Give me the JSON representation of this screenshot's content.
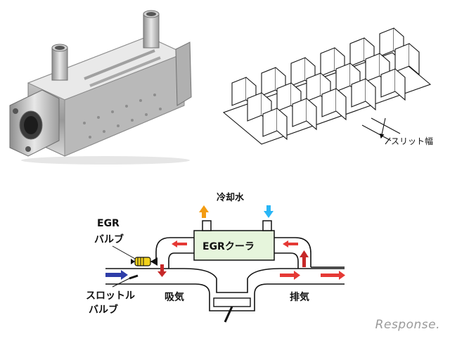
{
  "labels": {
    "slit_width": "スリット幅",
    "coolant": "冷却水",
    "egr_valve_line1": "EGR",
    "egr_valve_line2": "バルブ",
    "egr_cooler": "EGRクーラ",
    "throttle_valve_line1": "スロットル",
    "throttle_valve_line2": "バルブ",
    "intake": "吸気",
    "exhaust": "排気"
  },
  "watermark": "Response.",
  "colors": {
    "coolant_out_arrow": "#f39c12",
    "coolant_in_arrow": "#29b6f6",
    "hot_gas_arrow": "#e53935",
    "dark_red_arrow": "#c62828",
    "intake_arrow": "#2e3da8",
    "cooler_fill": "#e6f5dc",
    "valve_fill": "#f2d21b"
  }
}
